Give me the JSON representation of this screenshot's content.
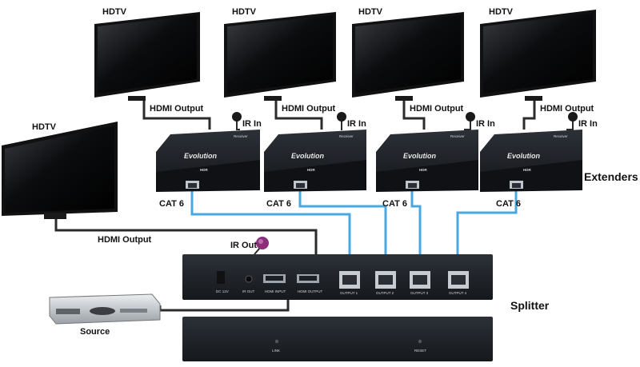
{
  "labels": {
    "hdtv": "HDTV",
    "hdmi_output": "HDMI Output",
    "ir_in": "IR In",
    "ir_out": "IR Out",
    "cat6": "CAT 6",
    "extenders": "Extenders",
    "splitter": "Splitter",
    "source": "Source",
    "receiver": "Receiver",
    "brand": "Evolution",
    "hdr": "HDR"
  },
  "splitter_ports": {
    "dc": "DC 12V",
    "ir_out": "IR OUT",
    "hdmi_input": "HDMI INPUT",
    "hdmi_output": "HDMI OUTPUT",
    "output1": "OUTPUT 1",
    "output2": "OUTPUT 2",
    "output3": "OUTPUT 3",
    "output4": "OUTPUT 4",
    "link": "LINK",
    "reset": "RESET"
  },
  "colors": {
    "device": "#1f2328",
    "cable_black": "#2b2b2b",
    "cable_blue": "#4aa8e0",
    "ir_emitter": "#8a2f7a"
  }
}
